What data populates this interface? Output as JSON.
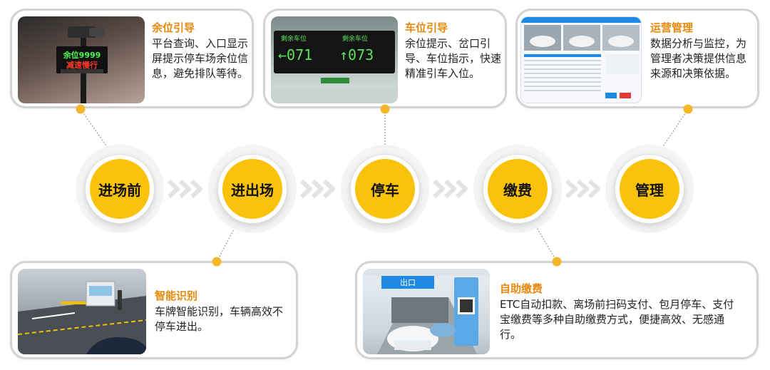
{
  "stages": [
    {
      "label": "进场前"
    },
    {
      "label": "进出场"
    },
    {
      "label": "停车"
    },
    {
      "label": "缴费"
    },
    {
      "label": "管理"
    }
  ],
  "cards": {
    "remaining_guide": {
      "title": "余位引导",
      "body": "平台查询、入口显示屏提示停车场余位信息，避免排队等待。",
      "sign_line1": "余位9999",
      "sign_line2": "减速慢行"
    },
    "space_guide": {
      "title": "车位引导",
      "body": "余位提示、岔口引导、车位指示，快速精准引车入位。",
      "sign_header_left": "剩余车位",
      "sign_header_right": "剩余车位",
      "sign_left_value": "←071",
      "sign_right_value": "↑073"
    },
    "operations": {
      "title": "运营管理",
      "body": "数据分析与监控，为管理者决策提供信息来源和决策依据。"
    },
    "smart_recognition": {
      "title": "智能识别",
      "body": "车牌智能识别，车辆高效不停车进出。"
    },
    "self_payment": {
      "title": "自助缴费",
      "body": "ETC自动扣款、离场前扫码支付、包月停车、支付宝缴费等多种自助缴费方式，便捷高效、无感通行。",
      "exit_sign": "出口"
    }
  },
  "colors": {
    "stage_fill": "#fbc20c",
    "title_orange": "#e8890c",
    "dot": "#f6b62b",
    "card_border": "#d3d3d3"
  }
}
